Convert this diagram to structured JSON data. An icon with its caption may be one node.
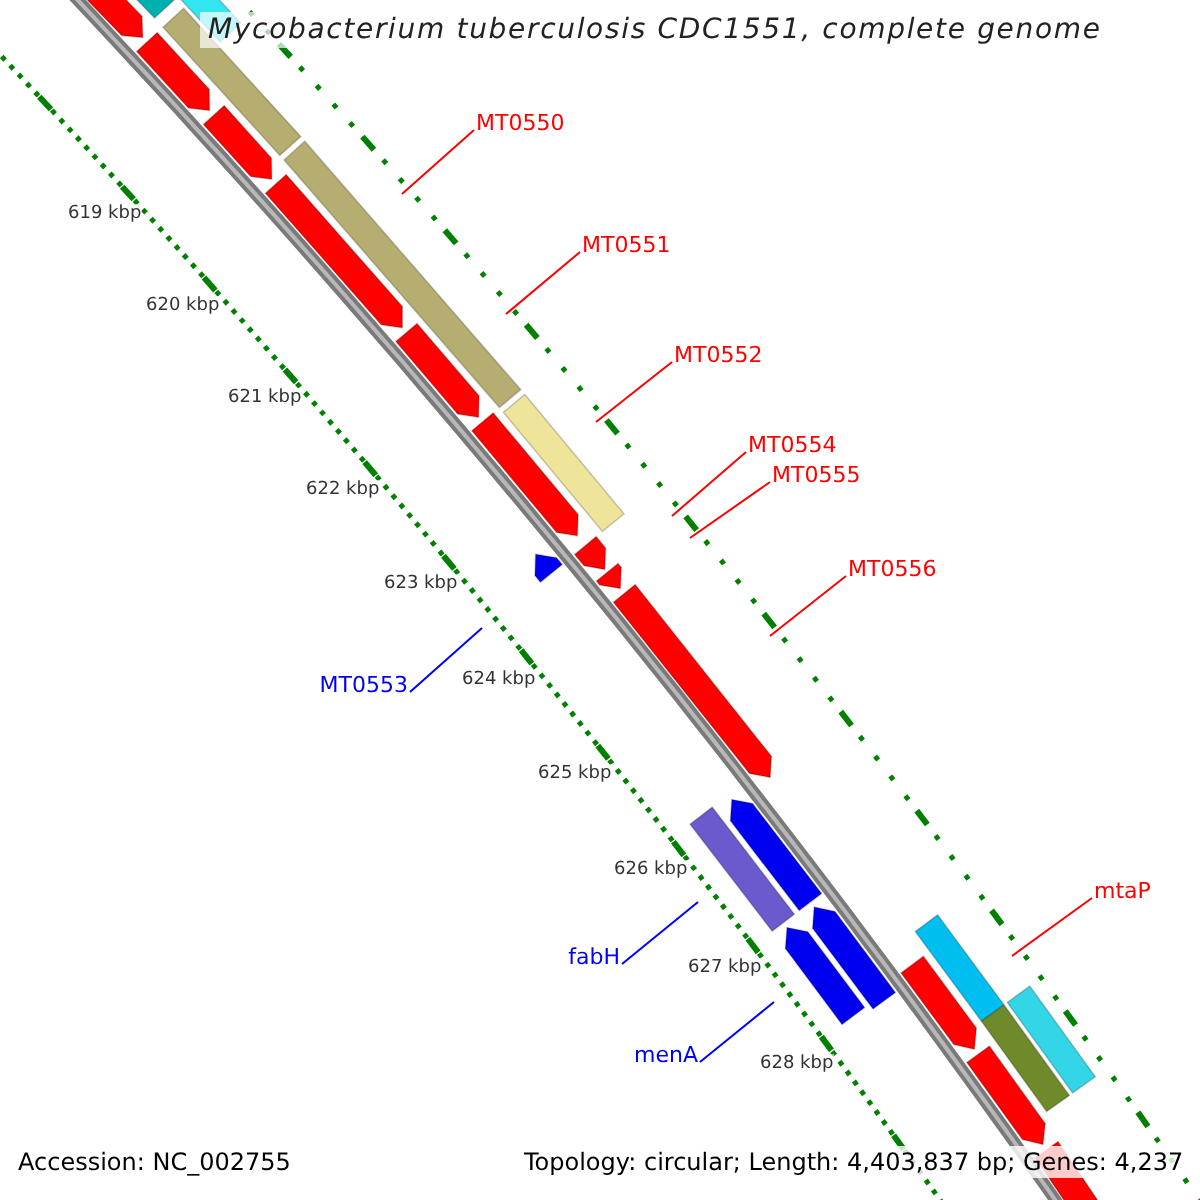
{
  "diagram": {
    "title": "Mycobacterium tuberculosis CDC1551, complete genome",
    "nodes": [
      {
        "text": [
          "MT0550"
        ]
      },
      {
        "text": [
          "MT0551"
        ]
      },
      {
        "text": [
          "MT0552"
        ]
      },
      {
        "text": [
          "MT0554"
        ]
      },
      {
        "text": [
          "MT0555"
        ]
      },
      {
        "text": [
          "MT0556"
        ]
      },
      {
        "text": [
          "MT0553"
        ]
      },
      {
        "text": [
          "fabH"
        ]
      },
      {
        "text": [
          "menA"
        ]
      },
      {
        "text": [
          "mtaP"
        ]
      }
    ],
    "edges": [
      {
        "from": 0,
        "to": null,
        "arrow": "none"
      },
      {
        "from": 1,
        "to": null,
        "arrow": "none"
      },
      {
        "from": 2,
        "to": null,
        "arrow": "none"
      },
      {
        "from": 3,
        "to": null,
        "arrow": "none"
      },
      {
        "from": 4,
        "to": null,
        "arrow": "none"
      },
      {
        "from": 5,
        "to": null,
        "arrow": "none"
      },
      {
        "from": 6,
        "to": null,
        "arrow": "none",
        "color": "#0000ff"
      },
      {
        "from": 7,
        "to": null,
        "arrow": "none",
        "color": "#0000ff"
      },
      {
        "from": 8,
        "to": null,
        "arrow": "none",
        "color": "#0000ff"
      },
      {
        "from": 9,
        "to": null,
        "arrow": "none"
      }
    ],
    "labels": [
      "619 kbp",
      "620 kbp",
      "621 kbp",
      "622 kbp",
      "623 kbp",
      "624 kbp",
      "625 kbp",
      "626 kbp",
      "627 kbp",
      "628 kbp",
      "Accession: NC_002755",
      "Topology: circular; Length: 4,403,837 bp; Genes: 4,237"
    ]
  }
}
